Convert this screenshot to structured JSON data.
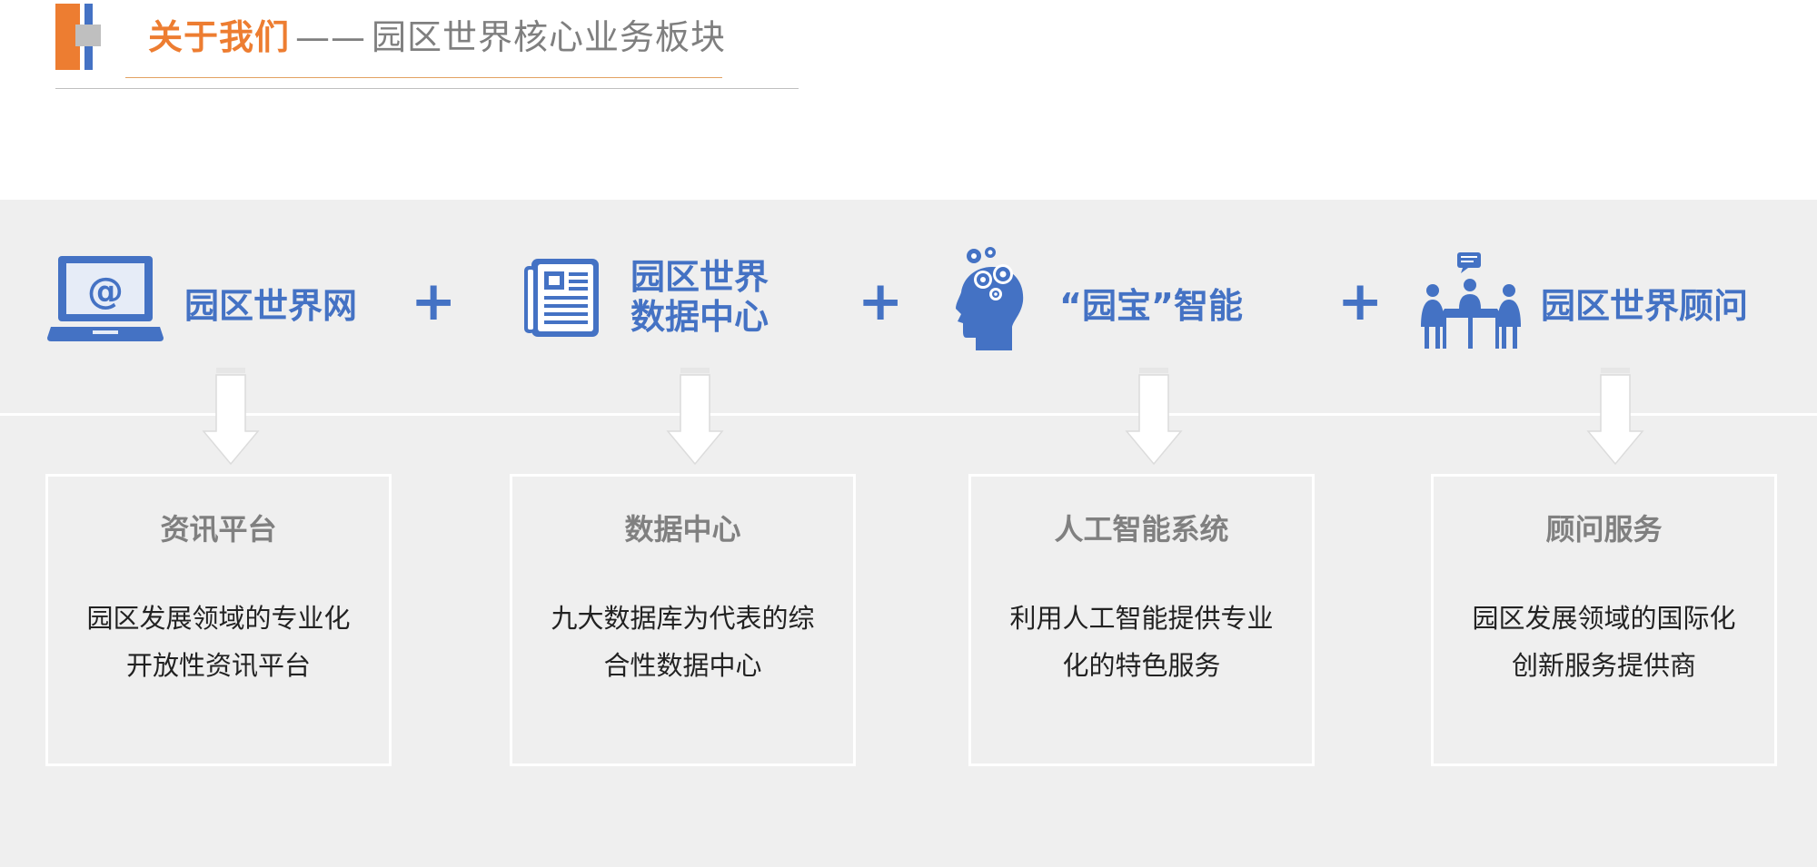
{
  "header": {
    "title_highlight": "关于我们",
    "title_separator": "——",
    "title_rest": "园区世界核心业务板块"
  },
  "colors": {
    "accent_orange": "#ed7d31",
    "accent_blue": "#4472c4",
    "text_gray": "#808080",
    "band_bg": "#efefef"
  },
  "items": [
    {
      "icon": "laptop-email-icon",
      "label_line1": "园区世界网",
      "label_line2": "",
      "card_title": "资讯平台",
      "card_line1": "园区发展领域的专业化",
      "card_line2": "开放性资讯平台"
    },
    {
      "icon": "newspaper-icon",
      "label_line1": "园区世界",
      "label_line2": "数据中心",
      "card_title": "数据中心",
      "card_line1": "九大数据库为代表的综",
      "card_line2": "合性数据中心"
    },
    {
      "icon": "head-gears-icon",
      "label_line1": "“园宝”智能",
      "label_line2": "",
      "card_title": "人工智能系统",
      "card_line1": "利用人工智能提供专业",
      "card_line2": "化的特色服务"
    },
    {
      "icon": "meeting-people-icon",
      "label_line1": "园区世界顾问",
      "label_line2": "",
      "card_title": "顾问服务",
      "card_line1": "园区发展领域的国际化",
      "card_line2": "创新服务提供商"
    }
  ],
  "plus_symbol": "+"
}
